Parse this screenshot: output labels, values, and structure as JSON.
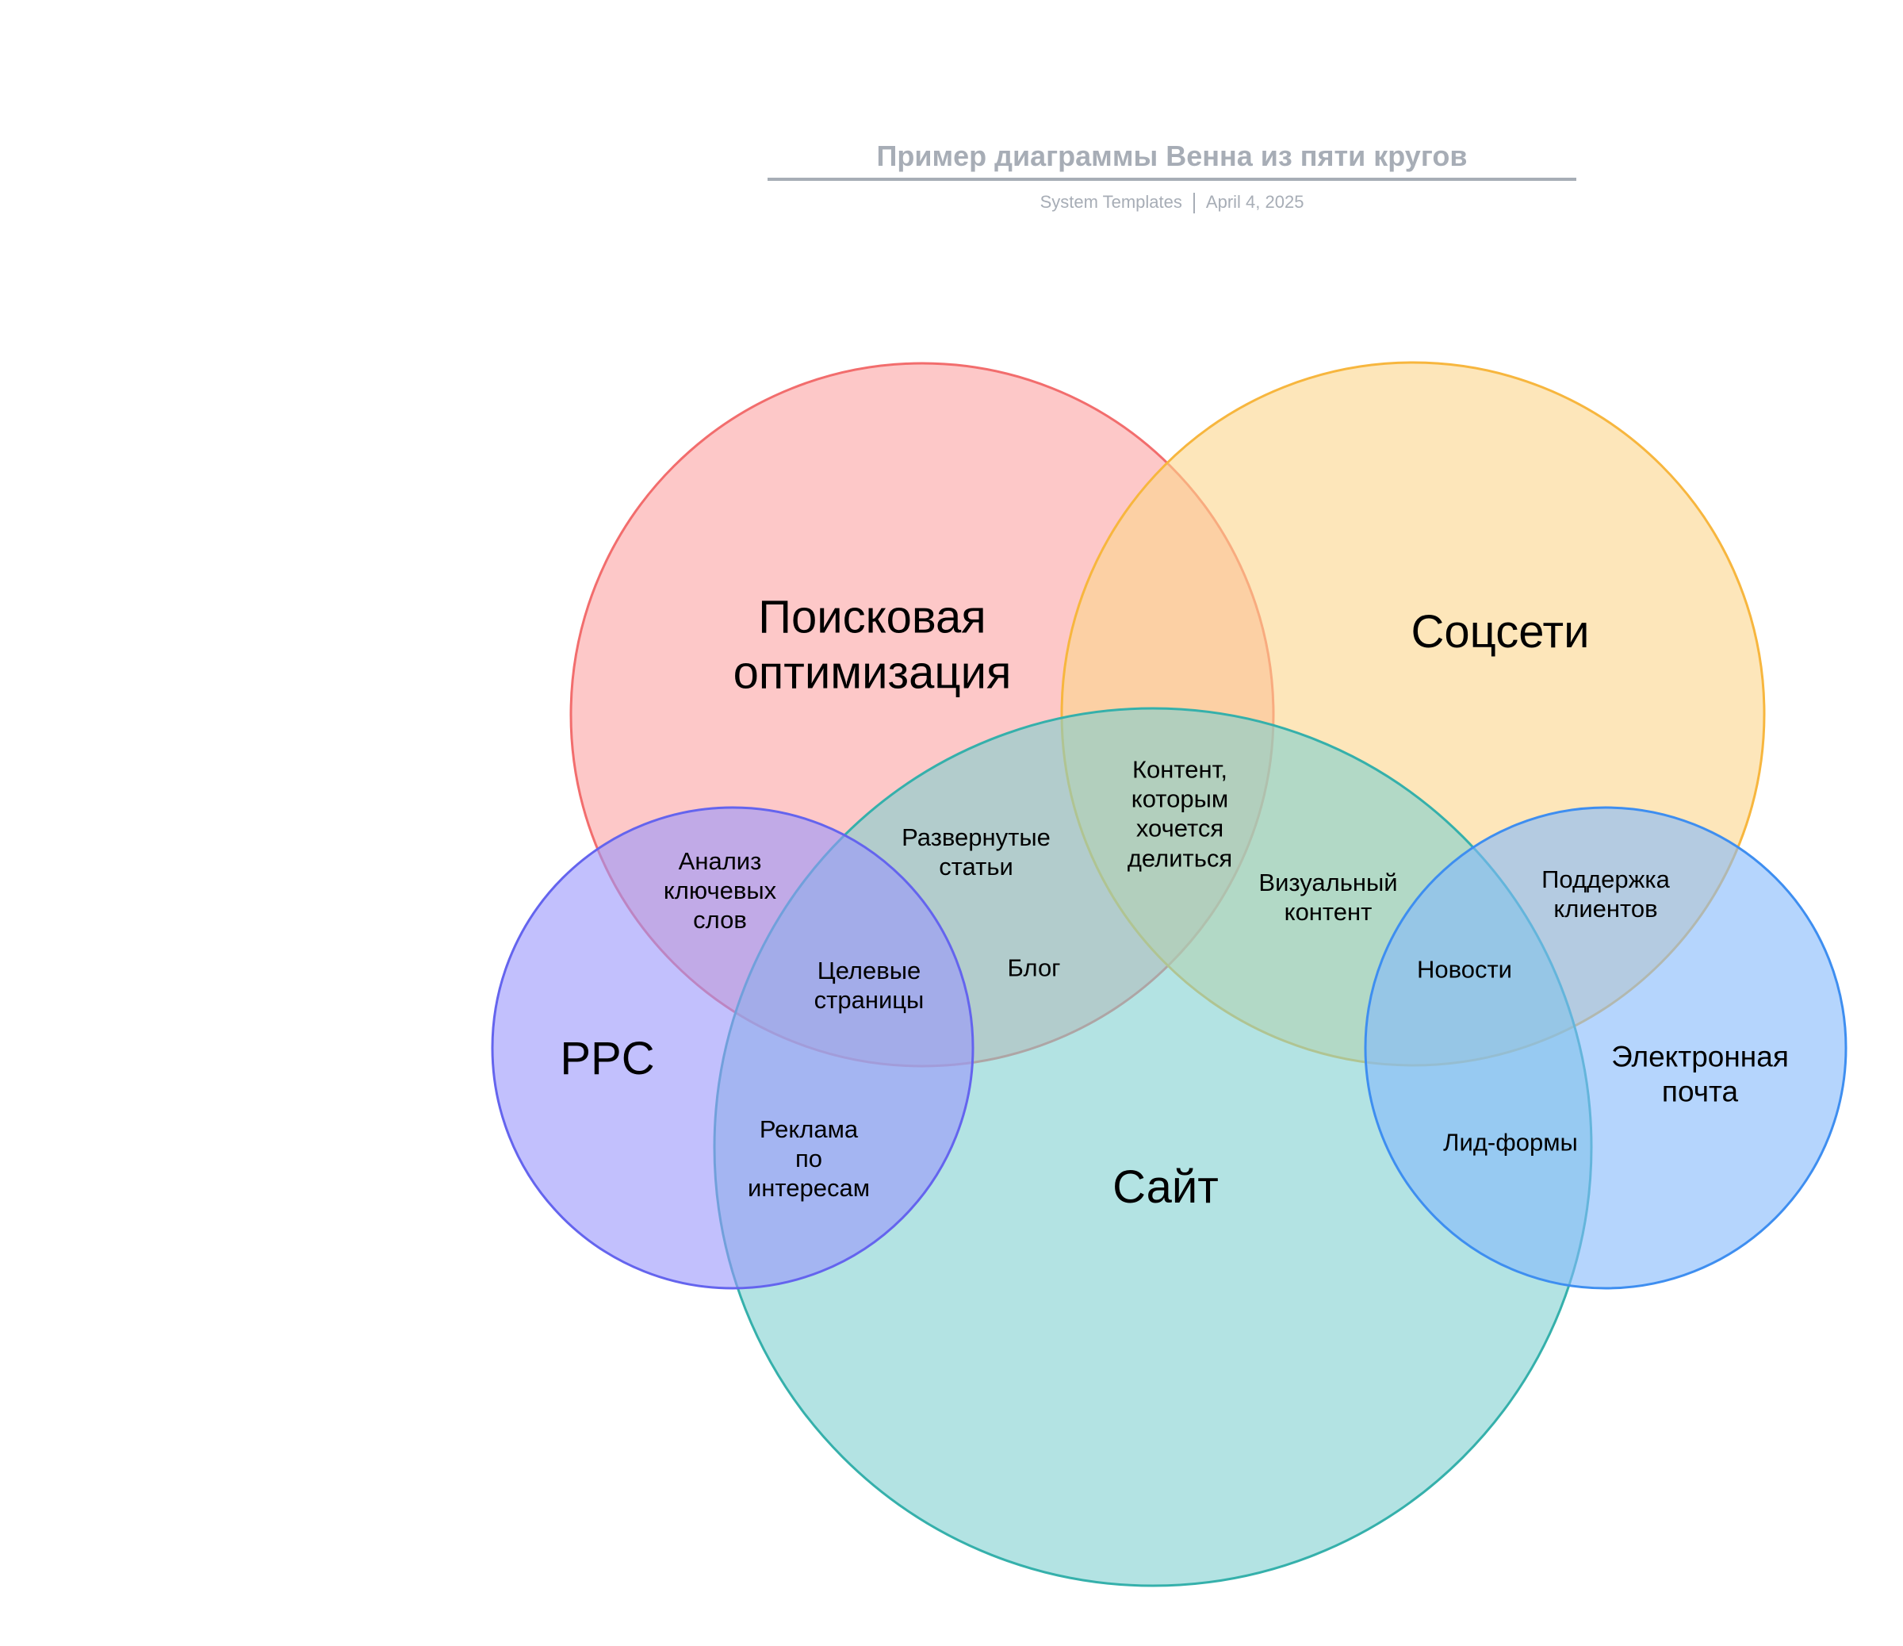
{
  "header": {
    "title": "Пример диаграммы Венна из пяти кругов",
    "source": "System Templates",
    "date": "April 4, 2025"
  },
  "sets": [
    {
      "id": "seo",
      "label_line1": "Поисковая",
      "label_line2": "оптимизация",
      "fill": "#fb9a9a",
      "stroke": "#f26d6d"
    },
    {
      "id": "social",
      "label": "Соцсети",
      "fill": "#fcd58c",
      "stroke": "#f7b63e"
    },
    {
      "id": "site",
      "label": "Сайт",
      "fill": "#7ccfcf",
      "stroke": "#35b0ab"
    },
    {
      "id": "ppc",
      "label": "PPC",
      "fill": "#9a96fb",
      "stroke": "#6464ee"
    },
    {
      "id": "email",
      "label_line1": "Электронная",
      "label_line2": "почта",
      "fill": "#84b9fb",
      "stroke": "#3e8ef0"
    }
  ],
  "overlaps": {
    "keywords": [
      "Анализ",
      "ключевых",
      "слов"
    ],
    "articles": [
      "Развернутые",
      "статьи"
    ],
    "shareable": [
      "Контент,",
      "которым",
      "хочется",
      "делиться"
    ],
    "landing": [
      "Целевые",
      "страницы"
    ],
    "blog": "Блог",
    "visual": [
      "Визуальный",
      "контент"
    ],
    "support": [
      "Поддержка",
      "клиентов"
    ],
    "news": "Новости",
    "interest_ads": [
      "Реклама",
      "по",
      "интересам"
    ],
    "lead_forms": "Лид-формы"
  }
}
